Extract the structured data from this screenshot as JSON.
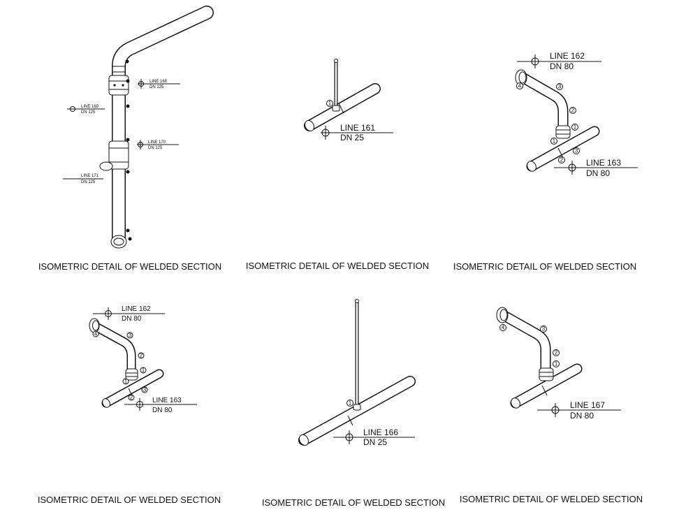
{
  "caption": "ISOMETRIC DETAIL OF WELDED SECTION",
  "details": [
    {
      "id": "d1",
      "tags": [
        {
          "line": "LINE 168",
          "dn": "DN 125"
        },
        {
          "line": "LINE 169",
          "dn": "DN 125"
        },
        {
          "line": "LINE 170",
          "dn": "DN 125"
        },
        {
          "line": "LINE 171",
          "dn": "DN 125"
        }
      ]
    },
    {
      "id": "d2",
      "tags": [
        {
          "line": "LINE 161",
          "dn": "DN 25"
        }
      ]
    },
    {
      "id": "d3",
      "tags": [
        {
          "line": "LINE 162",
          "dn": "DN 80"
        },
        {
          "line": "LINE 163",
          "dn": "DN 80"
        }
      ],
      "welds": [
        "4",
        "3",
        "2",
        "1",
        "1",
        "3",
        "2"
      ]
    },
    {
      "id": "d4",
      "tags": [
        {
          "line": "LINE 162",
          "dn": "DN 80"
        },
        {
          "line": "LINE 163",
          "dn": "DN 80"
        }
      ],
      "welds": [
        "4",
        "3",
        "2",
        "1",
        "1",
        "3",
        "2"
      ]
    },
    {
      "id": "d5",
      "tags": [
        {
          "line": "LINE 166",
          "dn": "DN 25"
        }
      ],
      "welds": [
        "1"
      ]
    },
    {
      "id": "d6",
      "tags": [
        {
          "line": "LINE 167",
          "dn": "DN 80"
        }
      ],
      "welds": [
        "4",
        "3",
        "2",
        "1"
      ]
    }
  ]
}
